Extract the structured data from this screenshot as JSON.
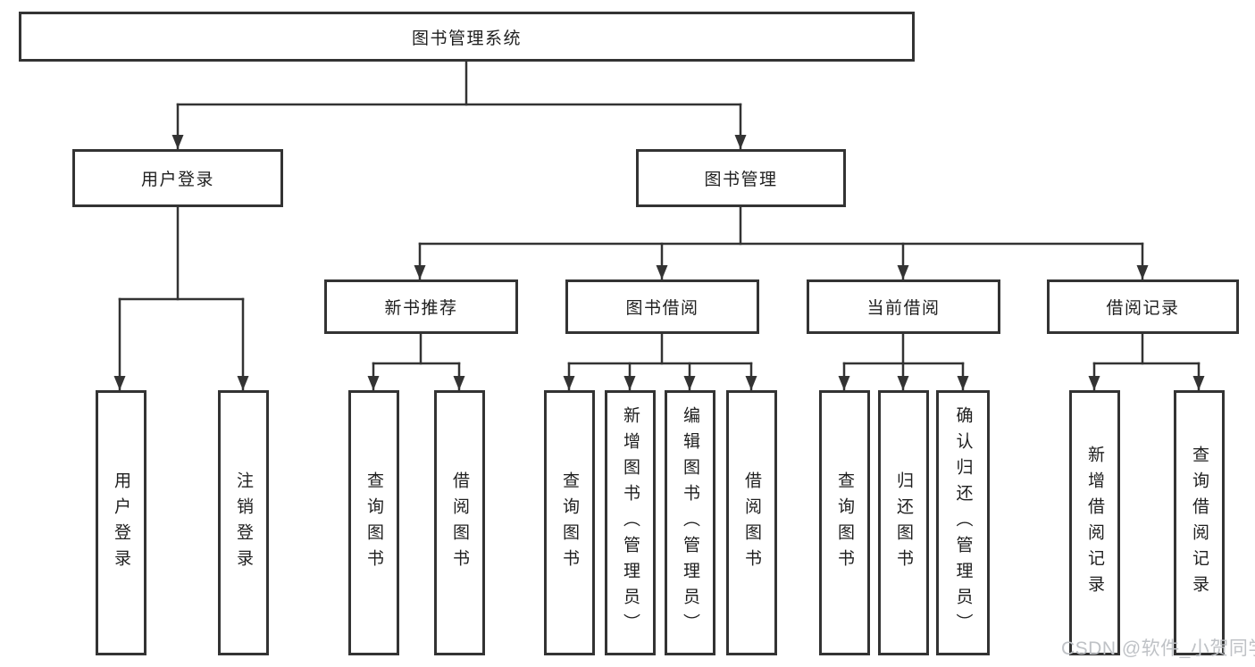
{
  "diagram": {
    "root": {
      "label": "图书管理系统"
    },
    "level1": [
      {
        "label": "用户登录"
      },
      {
        "label": "图书管理"
      }
    ],
    "level2": [
      {
        "label": "新书推荐"
      },
      {
        "label": "图书借阅"
      },
      {
        "label": "当前借阅"
      },
      {
        "label": "借阅记录"
      }
    ],
    "leaves": [
      {
        "label": "用户登录",
        "parent": "用户登录"
      },
      {
        "label": "注销登录",
        "parent": "用户登录"
      },
      {
        "label": "查询图书",
        "parent": "新书推荐"
      },
      {
        "label": "借阅图书",
        "parent": "新书推荐"
      },
      {
        "label": "查询图书",
        "parent": "图书借阅"
      },
      {
        "label": "新增图书（管理员）",
        "parent": "图书借阅"
      },
      {
        "label": "编辑图书（管理员）",
        "parent": "图书借阅"
      },
      {
        "label": "借阅图书",
        "parent": "图书借阅"
      },
      {
        "label": "查询图书",
        "parent": "当前借阅"
      },
      {
        "label": "归还图书",
        "parent": "当前借阅"
      },
      {
        "label": "确认归还（管理员）",
        "parent": "当前借阅"
      },
      {
        "label": "新增借阅记录",
        "parent": "借阅记录"
      },
      {
        "label": "查询借阅记录",
        "parent": "借阅记录"
      }
    ]
  },
  "watermark": {
    "text": "CSDN @软件_小贺同学"
  },
  "colors": {
    "line": "#333333",
    "box_border": "#333333",
    "text": "#1f1f1f",
    "watermark": "#bfc2c6",
    "background": "#ffffff"
  }
}
